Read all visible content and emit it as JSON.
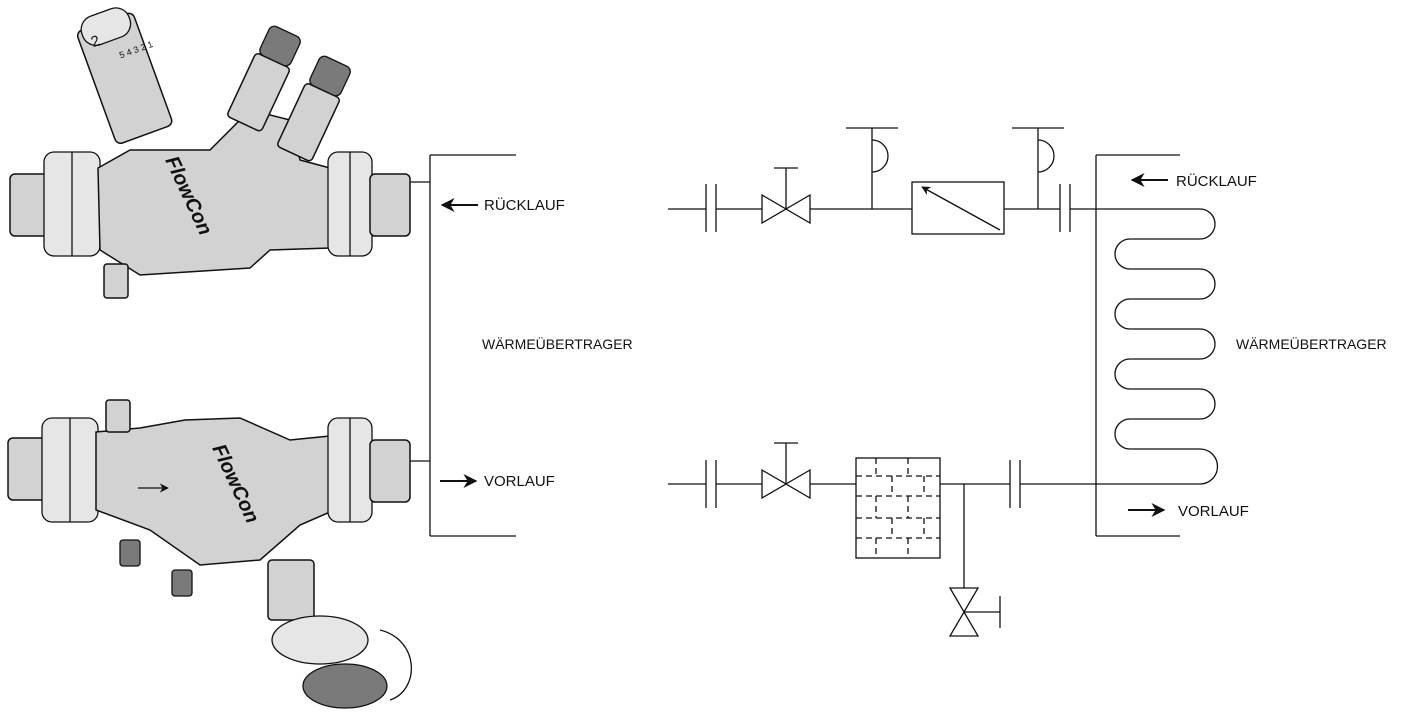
{
  "labels": {
    "ruecklauf": "RÜCKLAUF",
    "vorlauf": "VORLAUF",
    "waermeuebertrager": "WÄRMEÜBERTRAGER"
  },
  "valves": {
    "brand": "FlowCon",
    "scale_top": "2",
    "scale_marks": "5 4 3 2 1"
  }
}
